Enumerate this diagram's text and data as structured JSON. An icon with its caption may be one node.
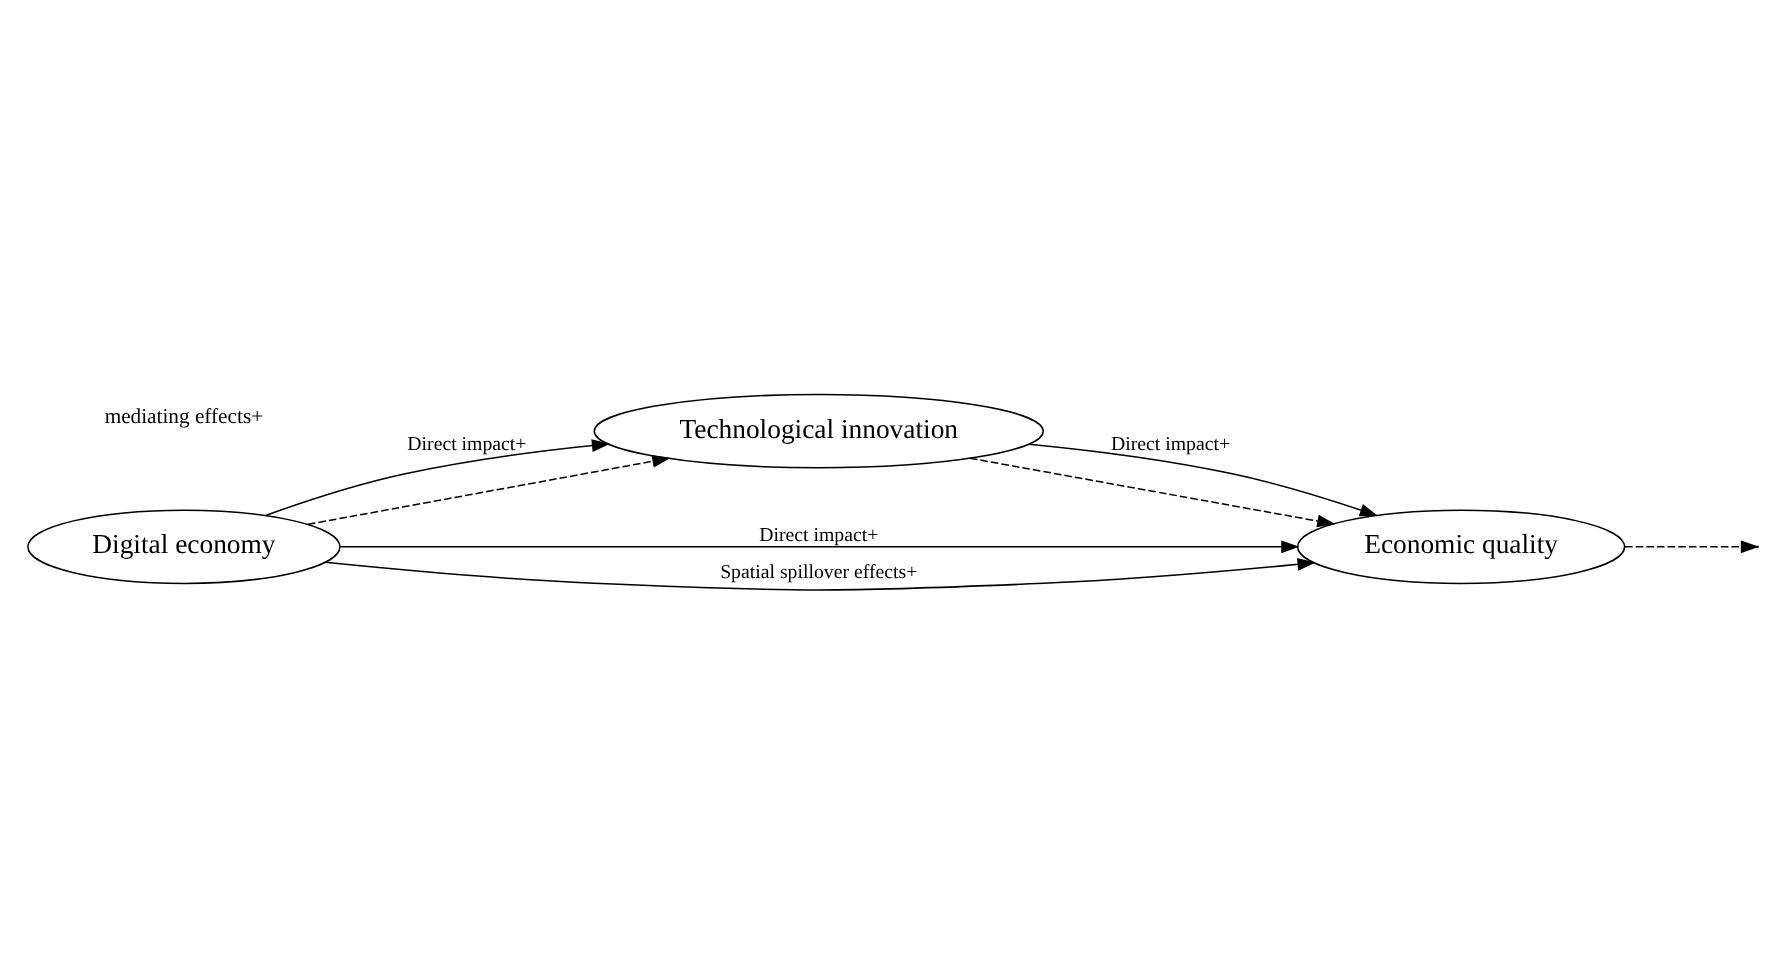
{
  "diagram": {
    "nodes": [
      {
        "text": [
          "Technological innovation"
        ]
      },
      {
        "text": [
          "Digital economy"
        ]
      },
      {
        "text": [
          "Economic quality"
        ]
      }
    ],
    "edges": [
      {
        "from": 1,
        "to": 0,
        "arrow": "to",
        "label": "Direct impact+"
      },
      {
        "from": 0,
        "to": 2,
        "arrow": "to",
        "label": "Direct impact+"
      },
      {
        "from": 1,
        "to": 0,
        "arrow": "to",
        "style": "dashed"
      },
      {
        "from": 0,
        "to": 2,
        "arrow": "to",
        "style": "dashed"
      },
      {
        "from": 1,
        "to": 2,
        "arrow": "to",
        "label": "Direct impact+"
      },
      {
        "from": 1,
        "to": 2,
        "arrow": "to",
        "label": "Spatial spillover effects+"
      },
      {
        "from": 2,
        "to": null,
        "arrow": "to",
        "style": "dashed"
      }
    ],
    "labels": [
      "mediating effects+"
    ]
  }
}
